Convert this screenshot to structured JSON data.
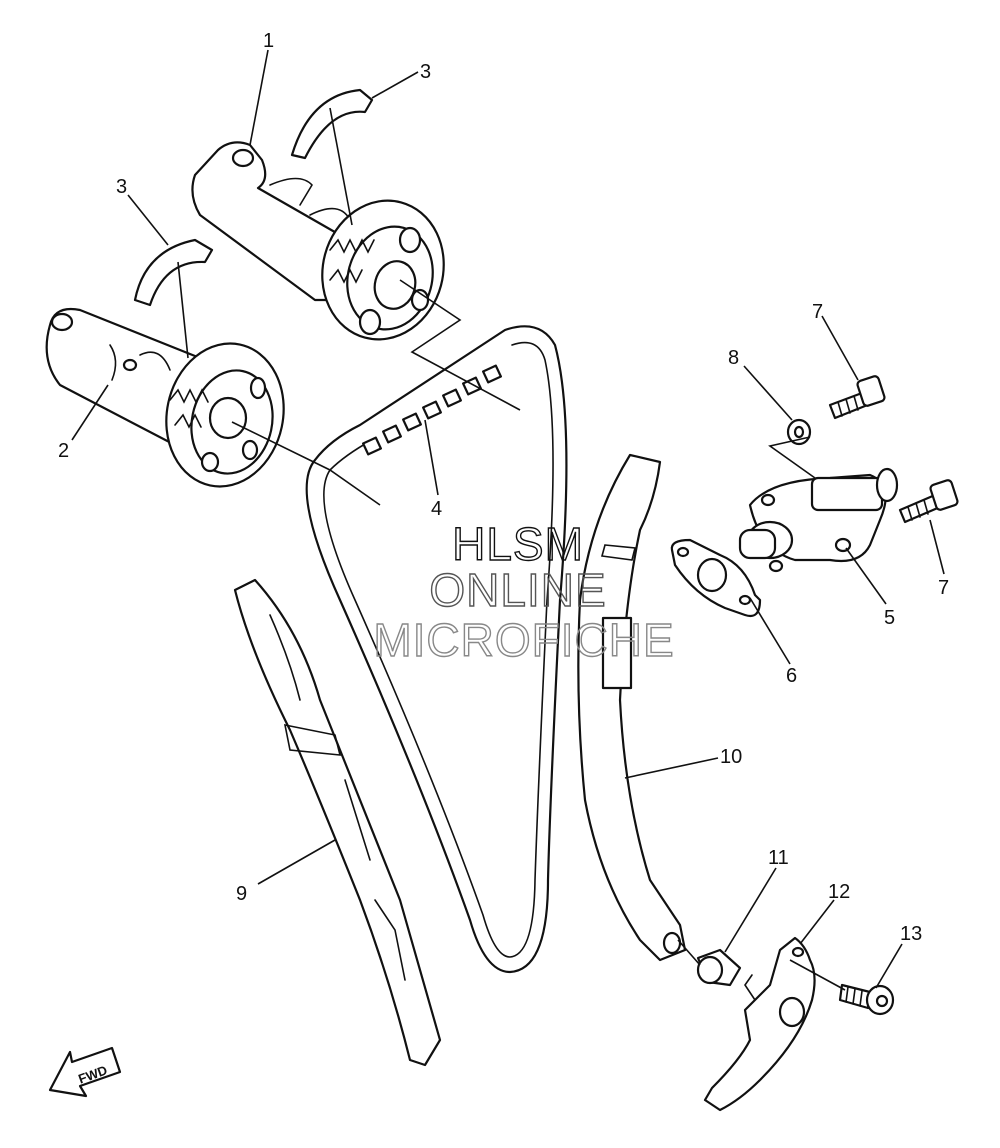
{
  "watermark": {
    "line1": "HLSM",
    "line2": "ONLINE",
    "line3": "MICROFICHE",
    "color": "#111111",
    "faded_color": "#888888"
  },
  "direction_arrow": {
    "label": "FWD"
  },
  "callouts": {
    "c1": "1",
    "c2": "2",
    "c3a": "3",
    "c3b": "3",
    "c4": "4",
    "c5": "5",
    "c6": "6",
    "c7a": "7",
    "c7b": "7",
    "c8": "8",
    "c9": "9",
    "c10": "10",
    "c11": "11",
    "c12": "12",
    "c13": "13"
  }
}
